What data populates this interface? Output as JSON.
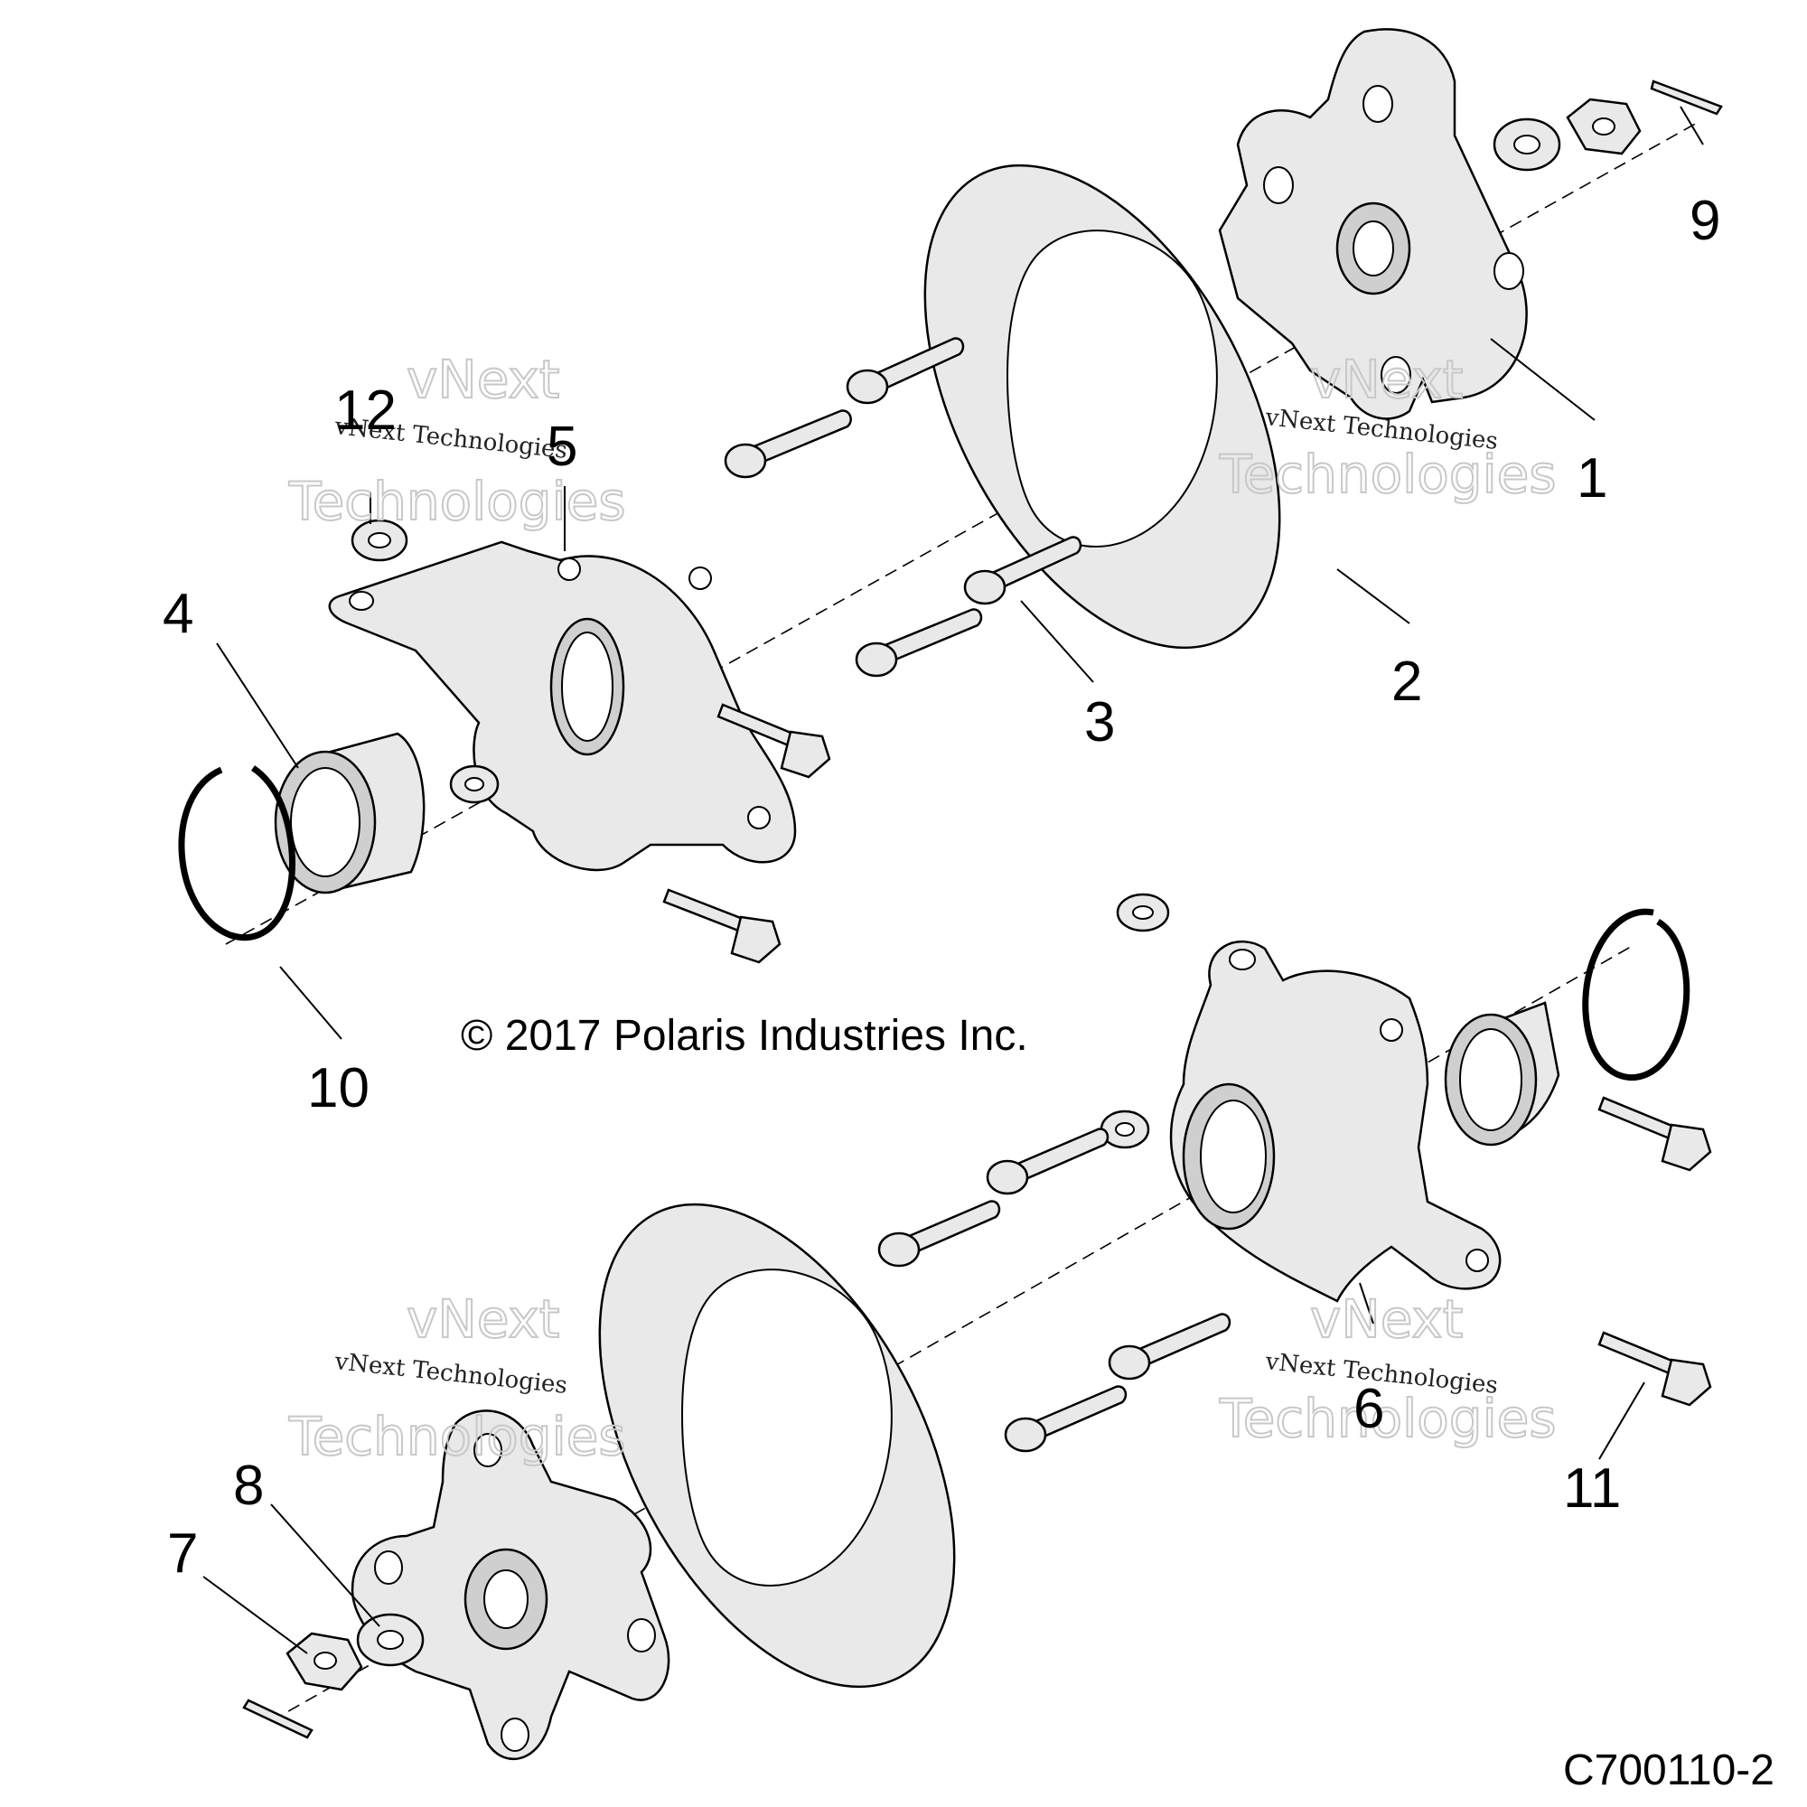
{
  "copyright": "© 2017 Polaris Industries Inc.",
  "figure_id": "C700110-2",
  "watermark": {
    "line": "vNext Technologies",
    "big_top": "vNext",
    "big_bottom": "Technologies"
  },
  "callouts": {
    "c1": "1",
    "c2": "2",
    "c3": "3",
    "c4": "4",
    "c5": "5",
    "c6": "6",
    "c7": "7",
    "c8": "8",
    "c9": "9",
    "c10": "10",
    "c11": "11",
    "c12": "12"
  }
}
